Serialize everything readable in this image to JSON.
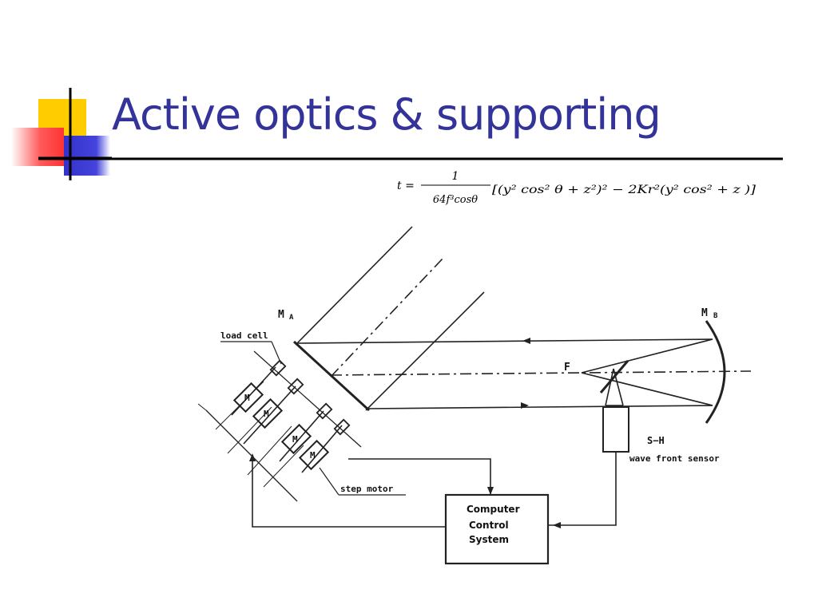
{
  "slide": {
    "title": "Active optics & supporting"
  },
  "formula": {
    "lhs": "t =",
    "numerator": "1",
    "denominator": "64f³cosθ",
    "body": "[(y² cos² θ + z²)² − 2Kr²(y² cos² + z )]"
  },
  "diagram": {
    "mirror_a": "M",
    "mirror_a_sub": "A",
    "mirror_b": "M",
    "mirror_b_sub": "B",
    "focus": "F",
    "load_cell": "load cell",
    "step_motor": "step motor",
    "motor_mark": "M",
    "sensor_code": "S−H",
    "sensor_name": "wave front sensor",
    "computer_line1": "Computer",
    "computer_line2": "Control",
    "computer_line3": "System"
  },
  "colors": {
    "title": "#333399",
    "square_yellow": "#ffcc00",
    "square_blue": "#3333cc",
    "square_red": "#ff5a5a"
  }
}
